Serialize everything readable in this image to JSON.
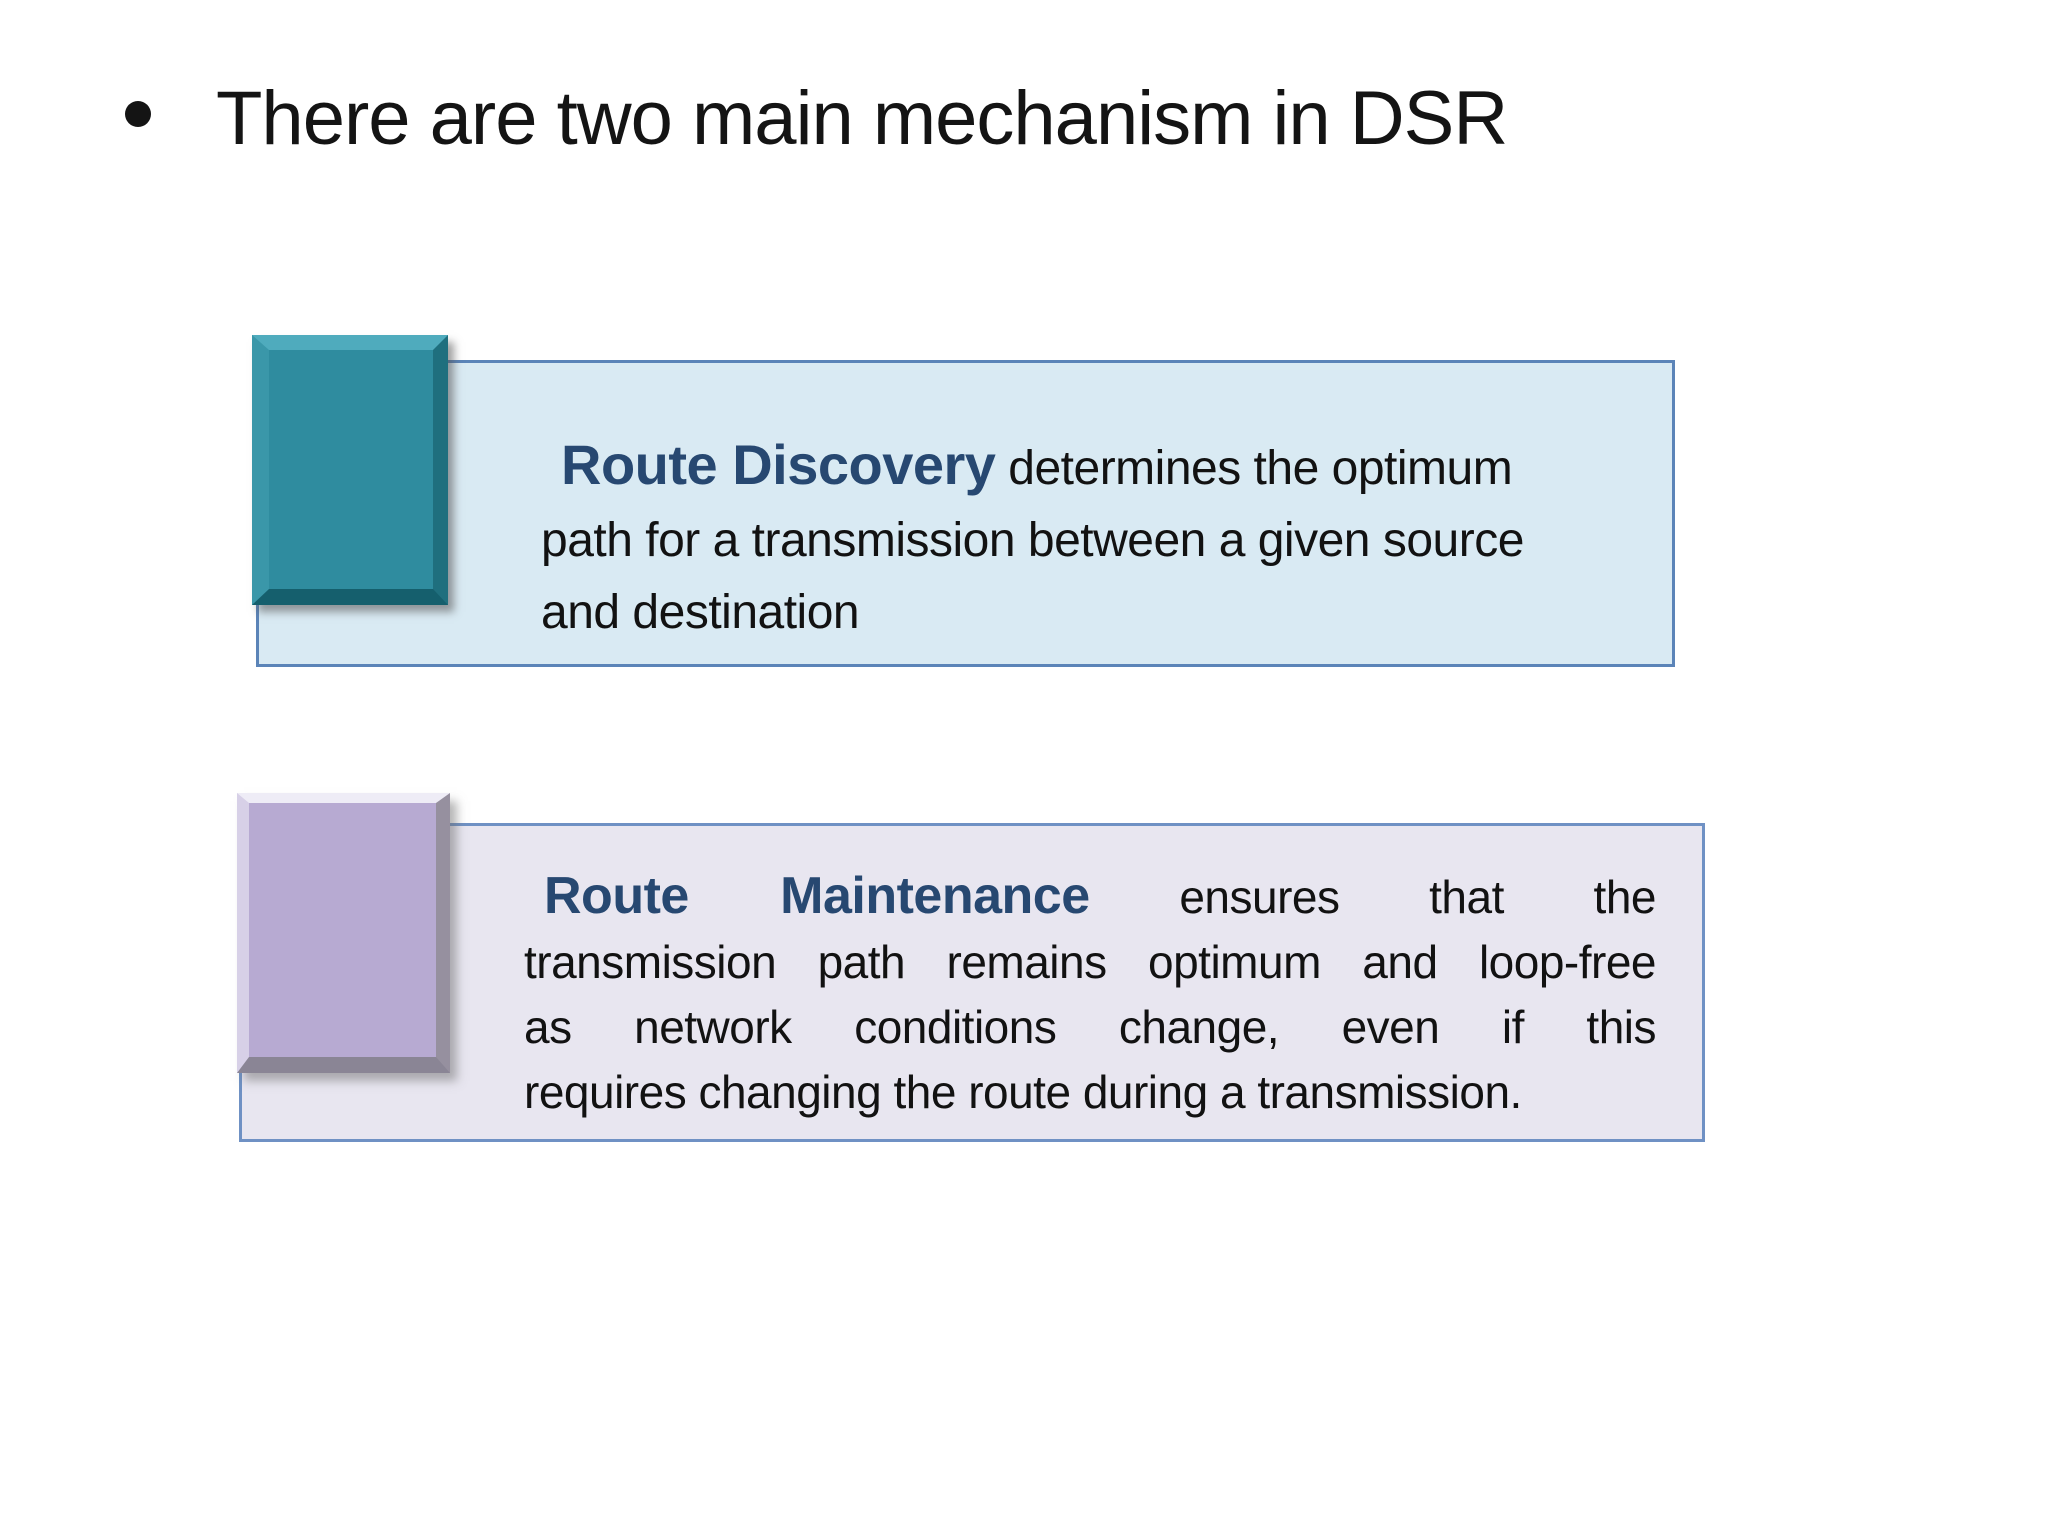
{
  "slide": {
    "title": "There are two main mechanism in DSR",
    "bullet_icon": "circle-bullet",
    "background": "#ffffff",
    "title_color": "#141414"
  },
  "panels": [
    {
      "id": "route-discovery",
      "lines": [
        {
          "heading": "Route Discovery",
          "text": " determines the optimum",
          "justify": false
        },
        {
          "text": "path for a transmission between a given source",
          "justify": false
        },
        {
          "text": "and destination",
          "justify": false
        }
      ],
      "colors": {
        "fill": "#d9eaf3",
        "border": "#5b84b8",
        "heading": "#274871",
        "body": "#121212",
        "chip_face": "#2f8c9f",
        "chip_top": "#4fabbd",
        "chip_left": "#3a97a9",
        "chip_right": "#1f6f7e",
        "chip_bottom": "#155f6d"
      }
    },
    {
      "id": "route-maintenance",
      "lines": [
        {
          "heading": "Route Maintenance",
          "text": " ensures that the",
          "justify": true
        },
        {
          "text": "transmission path remains optimum and loop-free",
          "justify": true
        },
        {
          "text": "as network conditions change, even if this",
          "justify": true
        },
        {
          "text": "requires changing the route during a transmission.",
          "justify": false
        }
      ],
      "colors": {
        "fill": "#e8e6f0",
        "border": "#6f91c4",
        "heading": "#274871",
        "body": "#121212",
        "chip_face": "#b7aad2",
        "chip_top": "#eeecf6",
        "chip_left": "#d7d0e7",
        "chip_right": "#96909f",
        "chip_bottom": "#8a8595"
      }
    }
  ]
}
